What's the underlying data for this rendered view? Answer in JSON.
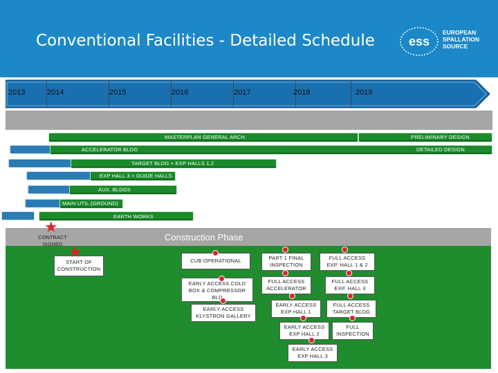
{
  "header": {
    "title": "Conventional Facilities - Detailed Schedule",
    "logo_mark": "ess",
    "logo_lines": [
      "EUROPEAN",
      "SPALLATION",
      "SOURCE"
    ]
  },
  "timeline": {
    "years": [
      "2013",
      "2014",
      "2015",
      "2016",
      "2017",
      "2018",
      "2019"
    ]
  },
  "activities": {
    "masterplan": "MASTERPLAN GENERAL ARCH.",
    "preliminary_design": "PRELIMINARY DESIGN",
    "accelerator_bldg": "ACCELERATOR BLDG",
    "detailed_design": "DETAILED DESIGN",
    "target_bldg": "TARGET BLDG + EXP HALLS 1,2",
    "exp_hall3": "EXP HALL 3 + GUIDE HALLS",
    "aux_bldgs": "AUX. BLDGS",
    "main_util": "MAIN UTIL (GROUND)",
    "earth_works": "EARTH WORKS"
  },
  "construction": {
    "label": "Construction Phase",
    "contract_signed_1": "CONTRACT",
    "contract_signed_2": "SIGNED",
    "start_construction_1": "START OF",
    "start_construction_2": "CONSTRUCTION"
  },
  "milestones": {
    "cub_operational": "CUB OPERATIONAL",
    "early_cold_1": "EARLY ACCESS COLD",
    "early_cold_2": "BOX & COMPRESSOR",
    "early_cold_3": "BLD",
    "early_klystron_1": "EARLY ACCESS",
    "early_klystron_2": "KLYSTRON GALLERY",
    "part1_final_1": "PART 1 FINAL",
    "part1_final_2": "INSPECTION",
    "full_accel_1": "FULL ACCESS",
    "full_accel_2": "ACCELERATOR",
    "early_exp1_1": "EARLY ACCESS",
    "early_exp1_2": "EXP HALL 1",
    "early_exp2_1": "EARLY ACCESS",
    "early_exp2_2": "EXP HALL 2",
    "early_exp3_1": "EARLY ACCESS",
    "early_exp3_2": "EXP HALL 3",
    "full_exp12_1": "FULL ACCESS",
    "full_exp12_2": "EXP. HALL 1 & 2",
    "full_exp3_1": "FULL ACCESS",
    "full_exp3_2": "EXP. HALL 3",
    "full_target_1": "FULL ACCESS",
    "full_target_2": "TARGET BLDG",
    "full_inspection_1": "FULL",
    "full_inspection_2": "INSPECTION"
  },
  "colors": {
    "header_blue": "#1c88c8",
    "timeline_blue": "#1a6fb0",
    "bar_green": "#1a8a2a",
    "milestone_red": "#d9232b"
  }
}
